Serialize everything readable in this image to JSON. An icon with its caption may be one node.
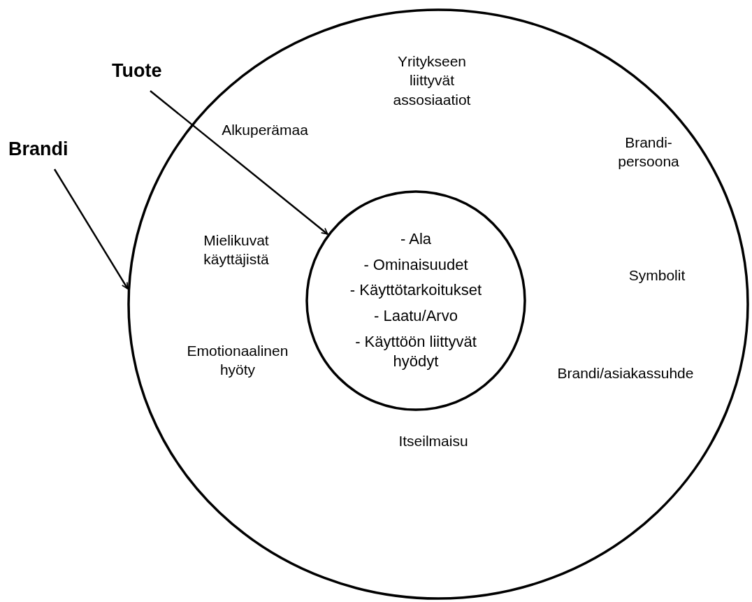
{
  "diagram": {
    "nodes": [
      {
        "text": [
          "Brandi"
        ]
      },
      {
        "text": [
          "Tuote"
        ]
      },
      {
        "text": [
          "Yritykseen liittyvät assosiaatiot",
          "Alkuperämaa",
          "Brandi-persoona",
          "Mielikuvat käyttäjistä",
          "Symbolit",
          "Emotionaalinen hyöty",
          "Brandi/asiakassuhde",
          "Itseilmaisu"
        ]
      },
      {
        "text": [
          "- Ala",
          "- Ominaisuudet",
          "- Käyttötarkoitukset",
          "- Laatu/Arvo",
          "- Käyttöön liittyvät hyödyt"
        ],
        "in": 2
      }
    ],
    "edges": [
      {
        "from": 0,
        "to": 2,
        "arrow": "to"
      },
      {
        "from": 1,
        "to": 3,
        "arrow": "to"
      }
    ]
  }
}
